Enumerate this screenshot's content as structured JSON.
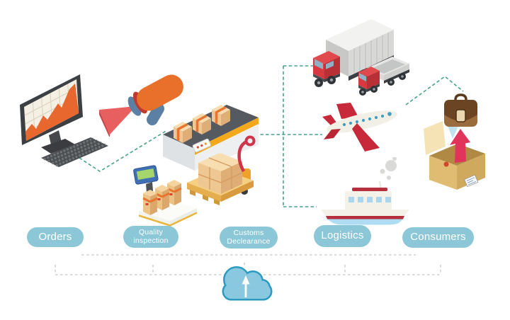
{
  "diagram": {
    "background": "#ffffff",
    "stages": [
      {
        "id": "orders",
        "label": "Orders",
        "icons": [
          "computer-monitor-chart",
          "keyboard"
        ]
      },
      {
        "id": "quality-inspection",
        "line1": "Quality",
        "line2": "inspection",
        "icons": [
          "barcode-scanner",
          "scan-beam",
          "weighing-scale",
          "parcel-boxes"
        ]
      },
      {
        "id": "customs-declearance",
        "line1": "Customs",
        "line2": "Declearance",
        "icons": [
          "conveyor-belt",
          "parcel-boxes",
          "pallet-jack",
          "pallet-boxes"
        ]
      },
      {
        "id": "logistics",
        "label": "Logistics",
        "icons": [
          "container-truck",
          "flatbed-truck",
          "airplane",
          "cargo-ship"
        ]
      },
      {
        "id": "consumers",
        "label": "Consumers",
        "icons": [
          "open-delivery-box",
          "up-arrow",
          "briefcase"
        ]
      }
    ],
    "cloud": {
      "icon": "cloud-upload-arrow"
    },
    "colors": {
      "pill_background": "#8cc7d8",
      "pill_text": "#ffffff",
      "connector_teal": "#46a387",
      "connector_gray": "#c3c6c8",
      "cloud_fill": "#89c8df",
      "cloud_border": "#2d9bc1",
      "accent_orange": "#e8672f",
      "accent_red": "#c7293a",
      "box_tan": "#efc793",
      "belt_gray": "#555a61",
      "machine_yellow": "#f3a81b"
    }
  }
}
